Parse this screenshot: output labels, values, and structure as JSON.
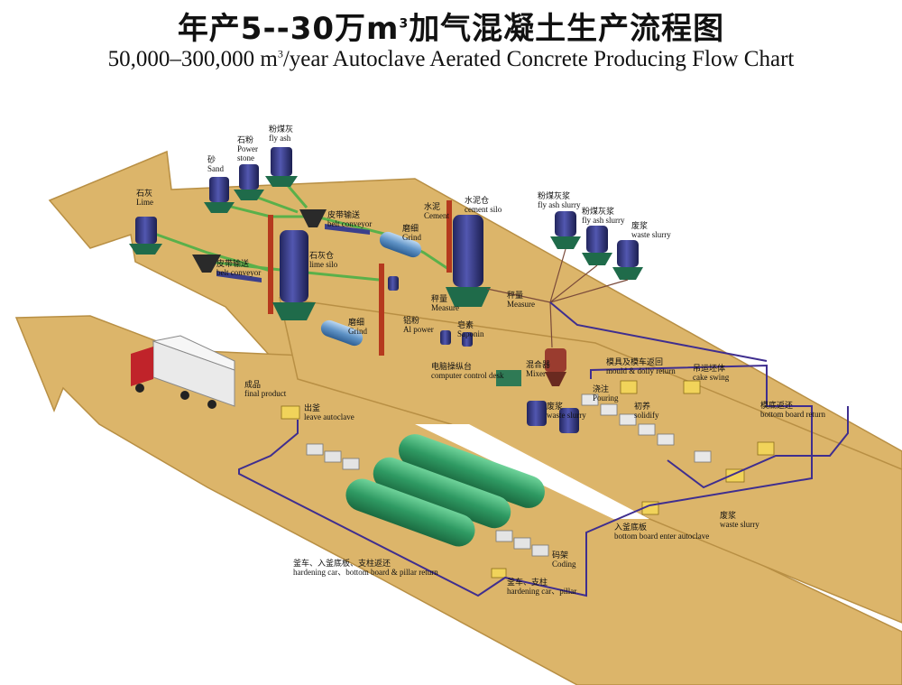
{
  "title": {
    "cn_prefix": "年产5--30万m",
    "cn_sup": "3",
    "cn_suffix": "加气混凝土生产流程图",
    "en_prefix": "50,000–300,000 m",
    "en_sup": "3",
    "en_suffix": "/year Autoclave Aerated Concrete Producing Flow Chart"
  },
  "colors": {
    "floor": "#dcb56a",
    "floor_edge": "#b88f44",
    "silo": "#3b3f8c",
    "frame": "#1f6b4a",
    "elevator": "#b5391e",
    "autoclave": "#2f9a63",
    "truck_cab": "#c0232a",
    "mixer": "#9a3c2f",
    "return_line": "#3f2e8f",
    "feed_line": "#5ab04a"
  },
  "labels": {
    "lime": {
      "cn": "石灰",
      "en": "Lime"
    },
    "sand": {
      "cn": "砂",
      "en": "Sand"
    },
    "power_stone": {
      "cn": "石粉",
      "en1": "Power",
      "en2": "stone"
    },
    "fly_ash": {
      "cn": "粉煤灰",
      "en": "fly ash"
    },
    "belt_conveyor_1": {
      "cn": "皮带输送",
      "en": "belt conveyor"
    },
    "belt_conveyor_2": {
      "cn": "皮带输送",
      "en": "belt conveyor"
    },
    "lime_silo": {
      "cn": "石灰仓",
      "en": "lime silo"
    },
    "grind_1": {
      "cn": "磨细",
      "en": "Grind"
    },
    "grind_2": {
      "cn": "磨细",
      "en": "Grind"
    },
    "cement": {
      "cn": "水泥",
      "en": "Cement"
    },
    "cement_silo": {
      "cn": "水泥仓",
      "en": "cement silo"
    },
    "fly_ash_slurry_1": {
      "cn": "粉煤灰浆",
      "en": "fly ash slurry"
    },
    "fly_ash_slurry_2": {
      "cn": "粉煤灰浆",
      "en": "fly ash slurry"
    },
    "waste_slurry_1": {
      "cn": "废浆",
      "en": "waste slurry"
    },
    "measure_1": {
      "cn": "秤量",
      "en": "Measure"
    },
    "measure_2": {
      "cn": "秤量",
      "en": "Measure"
    },
    "al_power": {
      "cn": "铝粉",
      "en": "Al power"
    },
    "saponin": {
      "cn": "皂素",
      "en": "Saponin"
    },
    "control_desk": {
      "cn": "电脑操纵台",
      "en": "computer control desk"
    },
    "mixer": {
      "cn": "混合器",
      "en": "Mixer"
    },
    "mould_return": {
      "cn": "模具及模车返回",
      "en": "mould & dolly return"
    },
    "cake_swing": {
      "cn": "吊运坯体",
      "en": "cake swing"
    },
    "pouring": {
      "cn": "浇注",
      "en": "Pouring"
    },
    "solidify": {
      "cn": "初养",
      "en": "solidify"
    },
    "waste_slurry_2": {
      "cn": "废浆",
      "en": "waste slurry"
    },
    "bottom_board_return": {
      "cn": "模底返还",
      "en": "bottom board return"
    },
    "final_product": {
      "cn": "成品",
      "en": "final product"
    },
    "leave_autoclave": {
      "cn": "出釜",
      "en": "leave autoclave"
    },
    "bottom_board_enter": {
      "cn": "入釜底板",
      "en": "bottom board enter autoclave"
    },
    "waste_slurry_3": {
      "cn": "废浆",
      "en": "waste slurry"
    },
    "coding": {
      "cn": "码架",
      "en": "Coding"
    },
    "hardening_return": {
      "cn": "釜车、入釜底板、支柱返还",
      "en": "hardening car、bottom board & pillar return"
    },
    "hardening_car": {
      "cn": "釜车、支柱",
      "en": "hardening car、pillar"
    }
  }
}
